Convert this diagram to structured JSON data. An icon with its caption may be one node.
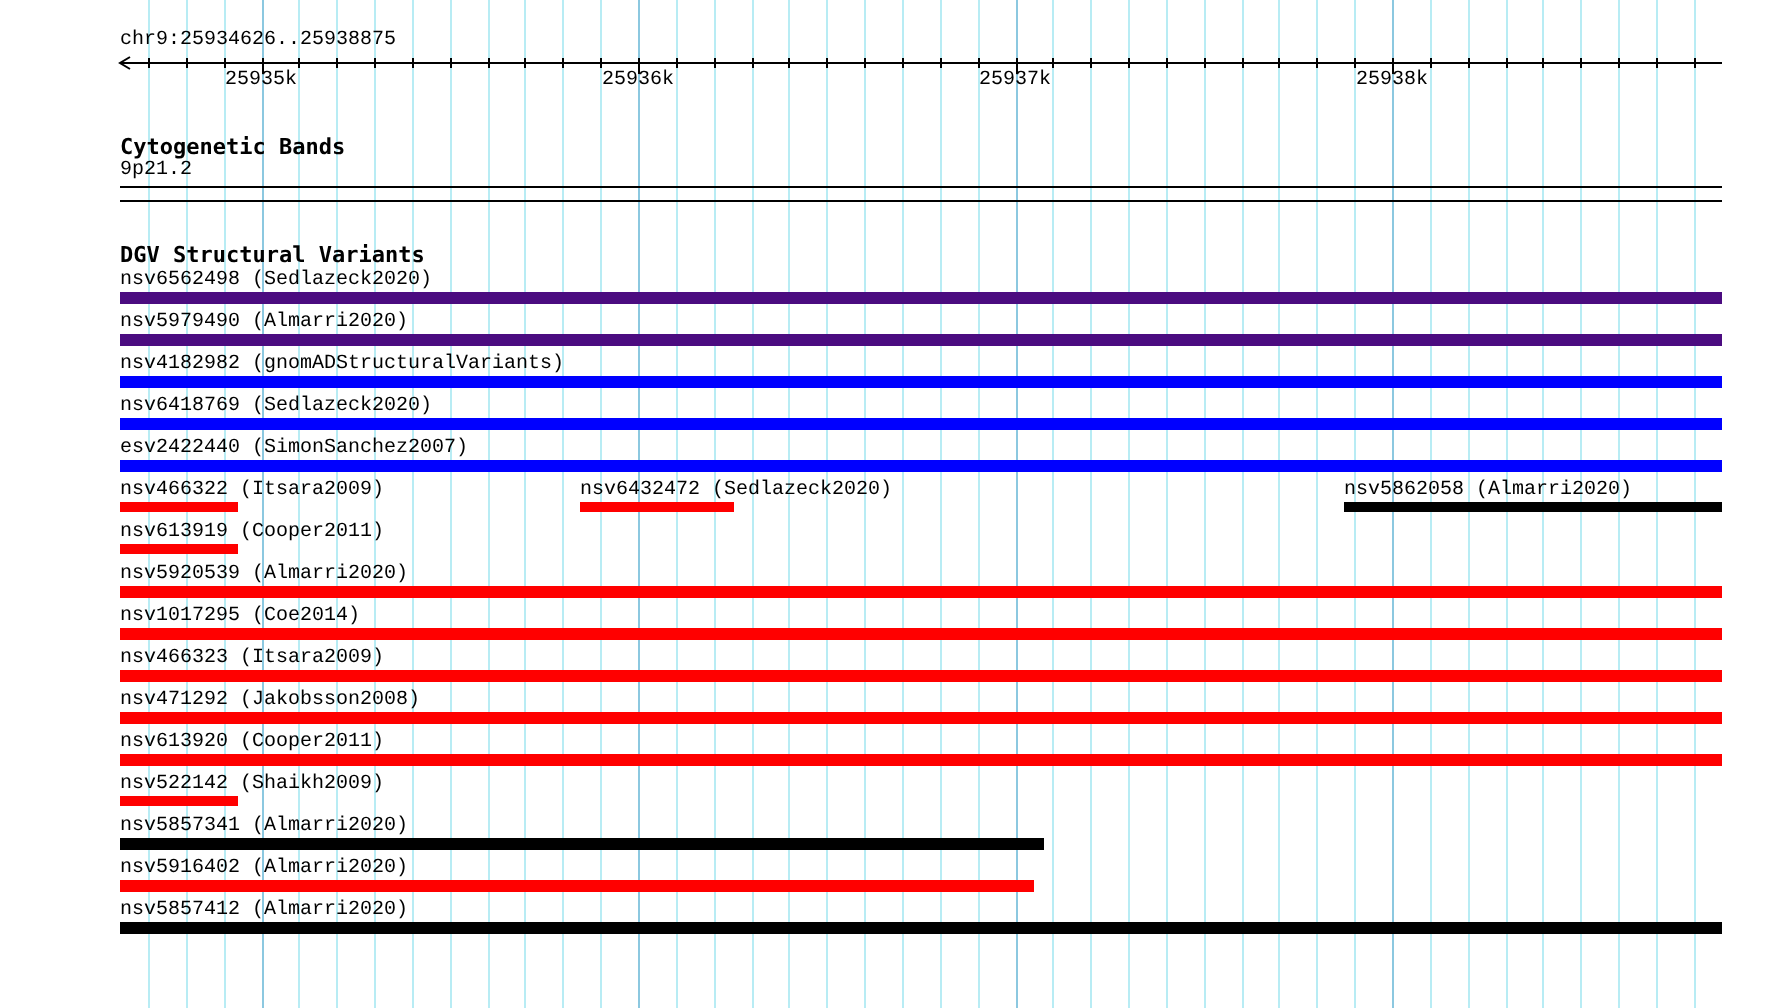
{
  "diagram": {
    "nodes": [
      {
        "text": [],
        "shape": "bar",
        "beside": [
          "nsv6562498 (Sedlazeck2020)"
        ]
      },
      {
        "text": [],
        "shape": "bar",
        "beside": [
          "nsv5979490 (Almarri2020)"
        ]
      },
      {
        "text": [],
        "shape": "bar",
        "beside": [
          "nsv4182982 (gnomADStructuralVariants)"
        ]
      },
      {
        "text": [],
        "shape": "bar",
        "beside": [
          "nsv6418769 (Sedlazeck2020)"
        ]
      },
      {
        "text": [],
        "shape": "bar",
        "beside": [
          "esv2422440 (SimonSanchez2007)"
        ]
      },
      {
        "text": [],
        "shape": "bar",
        "beside": [
          "nsv466322 (Itsara2009)"
        ]
      },
      {
        "text": [],
        "shape": "bar",
        "beside": [
          "nsv6432472 (Sedlazeck2020)"
        ]
      },
      {
        "text": [],
        "shape": "bar",
        "beside": [
          "nsv5862058 (Almarri2020)"
        ]
      },
      {
        "text": [],
        "shape": "bar",
        "beside": [
          "nsv613919 (Cooper2011)"
        ]
      },
      {
        "text": [],
        "shape": "bar",
        "beside": [
          "nsv5920539 (Almarri2020)"
        ]
      },
      {
        "text": [],
        "shape": "bar",
        "beside": [
          "nsv1017295 (Coe2014)"
        ]
      },
      {
        "text": [],
        "shape": "bar",
        "beside": [
          "nsv466323 (Itsara2009)"
        ]
      },
      {
        "text": [],
        "shape": "bar",
        "beside": [
          "nsv471292 (Jakobsson2008)"
        ]
      },
      {
        "text": [],
        "shape": "bar",
        "beside": [
          "nsv613920 (Cooper2011)"
        ]
      },
      {
        "text": [],
        "shape": "bar",
        "beside": [
          "nsv522142 (Shaikh2009)"
        ]
      },
      {
        "text": [],
        "shape": "bar",
        "beside": [
          "nsv5857341 (Almarri2020)"
        ]
      },
      {
        "text": [],
        "shape": "bar",
        "beside": [
          "nsv5916402 (Almarri2020)"
        ]
      },
      {
        "text": [],
        "shape": "bar",
        "beside": [
          "nsv5857412 (Almarri2020)"
        ]
      }
    ],
    "labels": [
      "chr9:25934626..25938875",
      "25935k",
      "25936k",
      "25937k",
      "25938k",
      "Cytogenetic Bands",
      "9p21.2",
      "DGV Structural Variants"
    ]
  }
}
